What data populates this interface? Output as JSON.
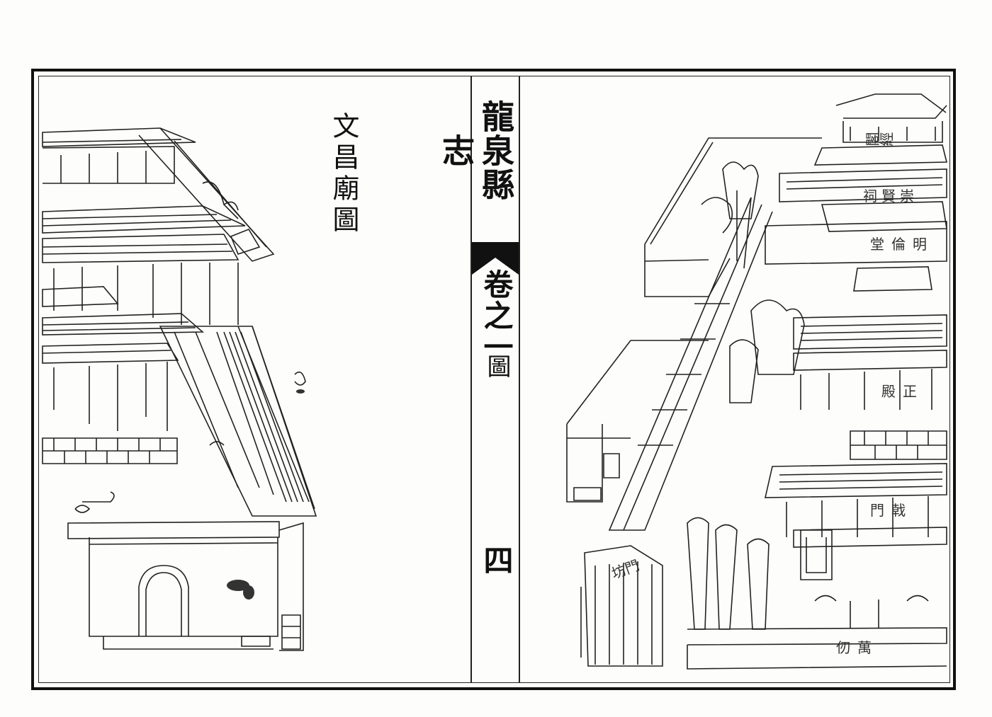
{
  "book_title": "龍泉縣志",
  "chapter": "卷之一",
  "chapter_section": "圖",
  "folio": "四",
  "plate_title": "文昌廟圖",
  "labels": {
    "pavilion": "閣經",
    "shrine": "祠賢崇",
    "hall": "堂倫明",
    "main_hall": "殿正",
    "gate": "門戟",
    "side_gate": "坊門",
    "wall": "仞萬"
  },
  "colors": {
    "ink": "#111111",
    "paper": "#fdfdfb"
  }
}
